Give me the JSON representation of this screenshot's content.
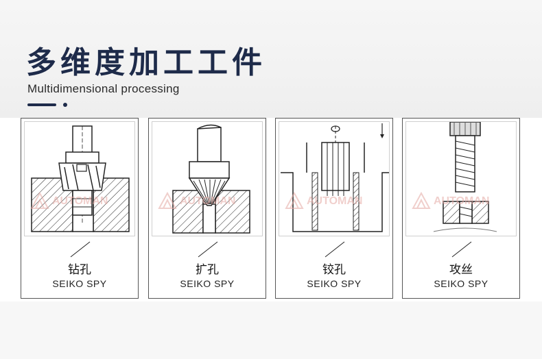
{
  "header": {
    "title": "多维度加工工件",
    "subtitle": "Multidimensional processing"
  },
  "cards": [
    {
      "title": "钻孔",
      "subtitle": "SEIKO SPY"
    },
    {
      "title": "扩孔",
      "subtitle": "SEIKO SPY"
    },
    {
      "title": "铰孔",
      "subtitle": "SEIKO SPY"
    },
    {
      "title": "攻丝",
      "subtitle": "SEIKO SPY"
    }
  ],
  "watermark": {
    "text": "AUTOMAN"
  },
  "colors": {
    "title": "#1e2b4a",
    "watermark": "#e5a9a3",
    "line": "#222222"
  }
}
